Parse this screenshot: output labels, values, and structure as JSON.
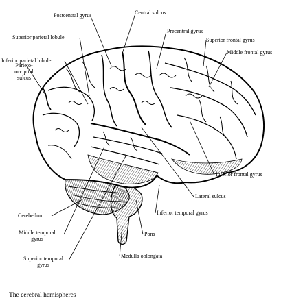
{
  "labels": {
    "postcentral_gyrus": "Postcentral gyrus",
    "central_sulcus": "Central sulcus",
    "precentral_gyrus": "Precentral gyrus",
    "superior_parietal_lobule": "Superior parietal lobule",
    "superior_frontal_gyrus": "Superior frontal gyrus",
    "middle_frontal_gyrus": "Middle frontal gyrus",
    "inferior_parietal_lobule": "Inferior parietal lobule",
    "parieto_occipital_sulcus_1": "Parieto-",
    "parieto_occipital_sulcus_2": "occipital",
    "parieto_occipital_sulcus_3": "sulcus",
    "inferior_frontal_gyrus": "Inferior frontal gyrus",
    "lateral_sulcus": "Lateral sulcus",
    "inferior_temporal_gyrus": "Inferior temporal gyrus",
    "cerebellum": "Cerebellum",
    "middle_temporal_gyrus_1": "Middle temporal",
    "middle_temporal_gyrus_2": "gyrus",
    "pons": "Pons",
    "superior_temporal_gyrus_1": "Superior temporal",
    "superior_temporal_gyrus_2": "gyrus",
    "medulla_oblongata": "Medulla oblongata"
  },
  "caption": "The cerebral hemispheres",
  "colors": {
    "ink": "#000000",
    "paper": "#ffffff",
    "shade": "#b8b8b8"
  }
}
